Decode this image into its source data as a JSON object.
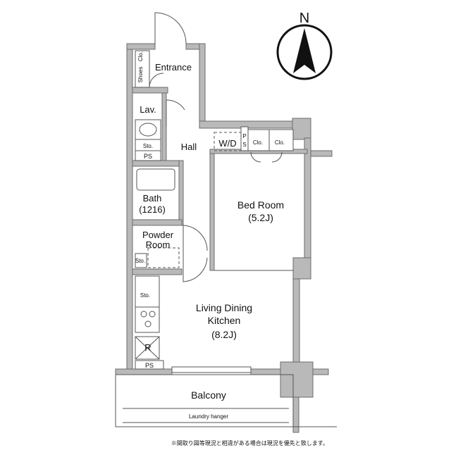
{
  "compass": {
    "label": "N",
    "icon": "north-arrow-icon"
  },
  "rooms": {
    "entrance": "Entrance",
    "shoes_clo_a": "Shoes",
    "shoes_clo_b": "Clo.",
    "lav": "Lav.",
    "sto_lav": "Sto.",
    "ps_top": "PS",
    "hall": "Hall",
    "wd": "W/D",
    "ps_right": "P\nS",
    "clo_1": "Clo.",
    "clo_2": "Clo.",
    "bath": "Bath",
    "bath_size": "(1216)",
    "powder": "Powder",
    "powder_room": "Room",
    "sto_powder": "Sto.",
    "sto_kitchen": "Sto.",
    "refrigerator": "R",
    "ps_bottom": "PS",
    "bedroom": "Bed Room",
    "bedroom_size": "(5.2J)",
    "ldk_1": "Living Dining",
    "ldk_2": "Kitchen",
    "ldk_size": "(8.2J)",
    "balcony": "Balcony",
    "laundry": "Laundry hanger"
  },
  "footnote": "※間取り図等現況と相違がある場合は現況を優先と致します。",
  "colors": {
    "wall": "#b9b9b9",
    "line": "#555555",
    "background": "#ffffff"
  }
}
